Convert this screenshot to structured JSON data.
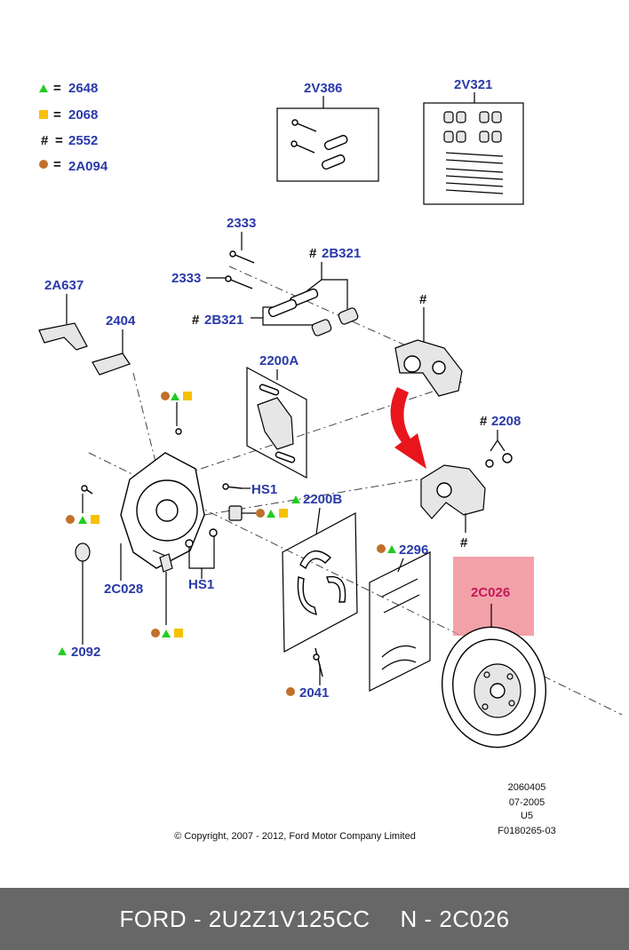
{
  "legend": [
    {
      "symbol": "triangle",
      "color": "#22cc22",
      "code": "2648"
    },
    {
      "symbol": "square",
      "color": "#f7c100",
      "code": "2068"
    },
    {
      "symbol": "hash",
      "code": "2552"
    },
    {
      "symbol": "circle",
      "color": "#c0702a",
      "code": "2A094"
    }
  ],
  "legend_eq": "=",
  "hash": "#",
  "labels": {
    "kit_2v386": "2V386",
    "kit_2v321": "2V321",
    "bolt_2333_a": "2333",
    "bolt_2333_b": "2333",
    "pin_2b321_a": "2B321",
    "pin_2b321_b": "2B321",
    "lever_2a637": "2A637",
    "strut_2404": "2404",
    "pads_2200a": "2200A",
    "bleeder_2208": "2208",
    "hs1_a": "HS1",
    "hs1_b": "HS1",
    "shoes_2200b": "2200B",
    "plate_2c028": "2C028",
    "springs_2296": "2296",
    "rotor_2c026": "2C026",
    "adjuster_2092": "2092",
    "pin_2041": "2041"
  },
  "meta": {
    "code1": "2060405",
    "date": "07-2005",
    "model": "U5",
    "figure": "F0180265-03",
    "copyright": "© Copyright, 2007 - 2012, Ford Motor Company Limited"
  },
  "highlight_color": "#f08a94",
  "arrow_color": "#e8161c",
  "footer": {
    "left": "FORD - 2U2Z1V125CC",
    "right": "N - 2C026"
  }
}
